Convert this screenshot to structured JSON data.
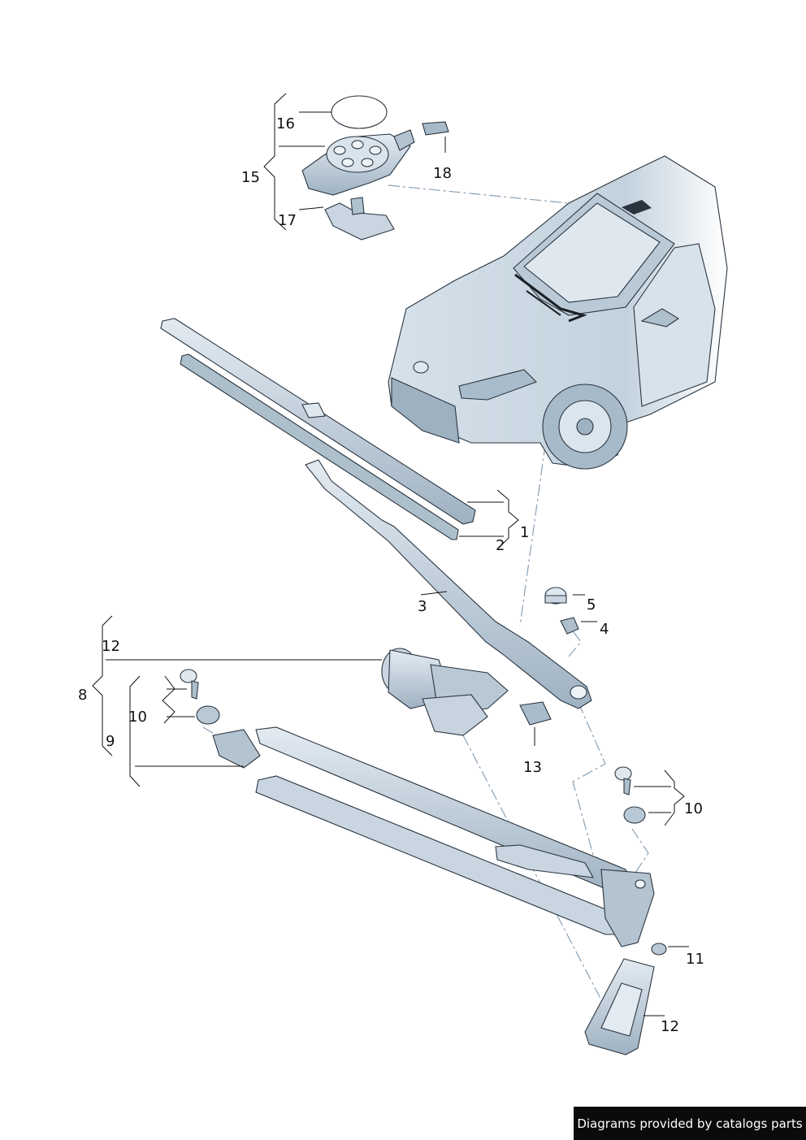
{
  "labels": {
    "l1": "1",
    "l2": "2",
    "l3": "3",
    "l4": "4",
    "l5": "5",
    "l8": "8",
    "l9": "9",
    "l10a": "10",
    "l10b": "10",
    "l11": "11",
    "l12a": "12",
    "l12b": "12",
    "l13": "13",
    "l15": "15",
    "l16": "16",
    "l17": "17",
    "l18": "18"
  },
  "footer": {
    "credit": "Diagrams provided by catalogs parts"
  },
  "colors": {
    "part_fill": "#c9d6e1",
    "part_dark": "#8fa3b4",
    "car_fill": "#cfdbe5",
    "line": "#111111",
    "dash": "#8aa0b4"
  }
}
